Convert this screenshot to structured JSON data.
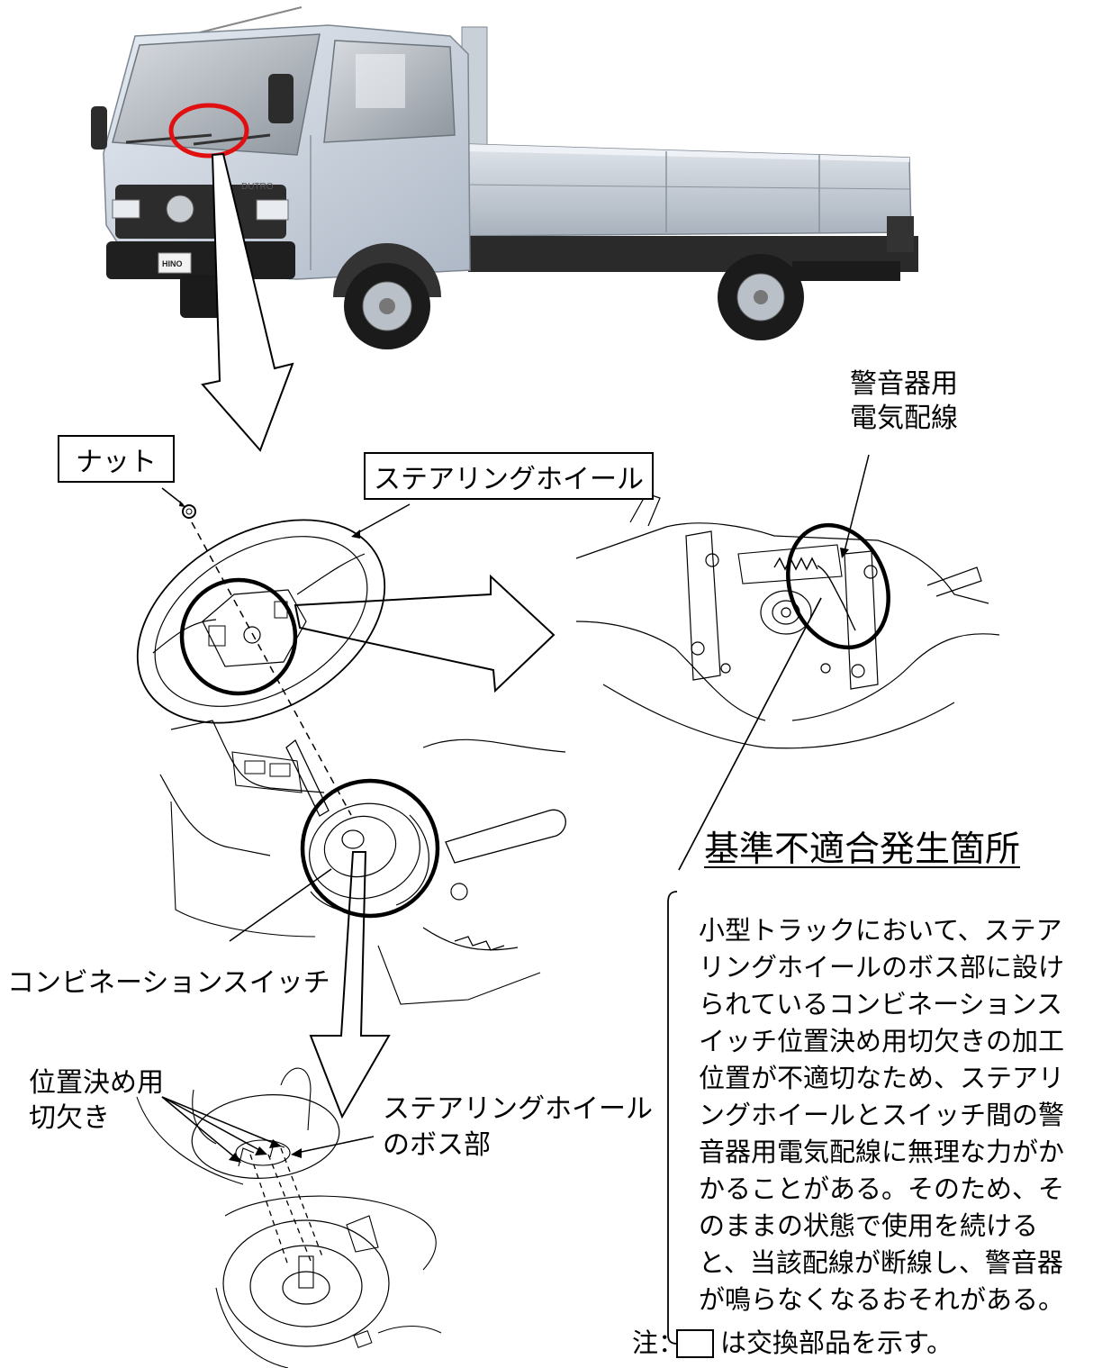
{
  "labels": {
    "horn_wiring": [
      "警音器用",
      "電気配線"
    ],
    "nut": "ナット",
    "steering_wheel": "ステアリングホイール",
    "defect_location": "基準不適合発生箇所",
    "combination_switch": "コンビネーションスイッチ",
    "positioning_notch": [
      "位置決め用",
      "切欠き"
    ],
    "boss": [
      "ステアリングホイール",
      "のボス部"
    ]
  },
  "truck": {
    "badge": "DUTRO",
    "plate": "HINO"
  },
  "description": "小型トラックにおいて、ステアリングホイールのボス部に設けられているコンビネーションスイッチ位置決め用切欠きの加工位置が不適切なため、ステアリングホイールとスイッチ間の警音器用電気配線に無理な力がかかることがある。そのため、そのままの状態で使用を続けると、当該配線が断線し、警音器が鳴らなくなるおそれがある。",
  "note": {
    "prefix": "注：",
    "suffix": "は交換部品を示す。"
  },
  "colors": {
    "highlight_circle": "#e01010",
    "truck_body": "#c8d0dc",
    "line": "#000000"
  }
}
